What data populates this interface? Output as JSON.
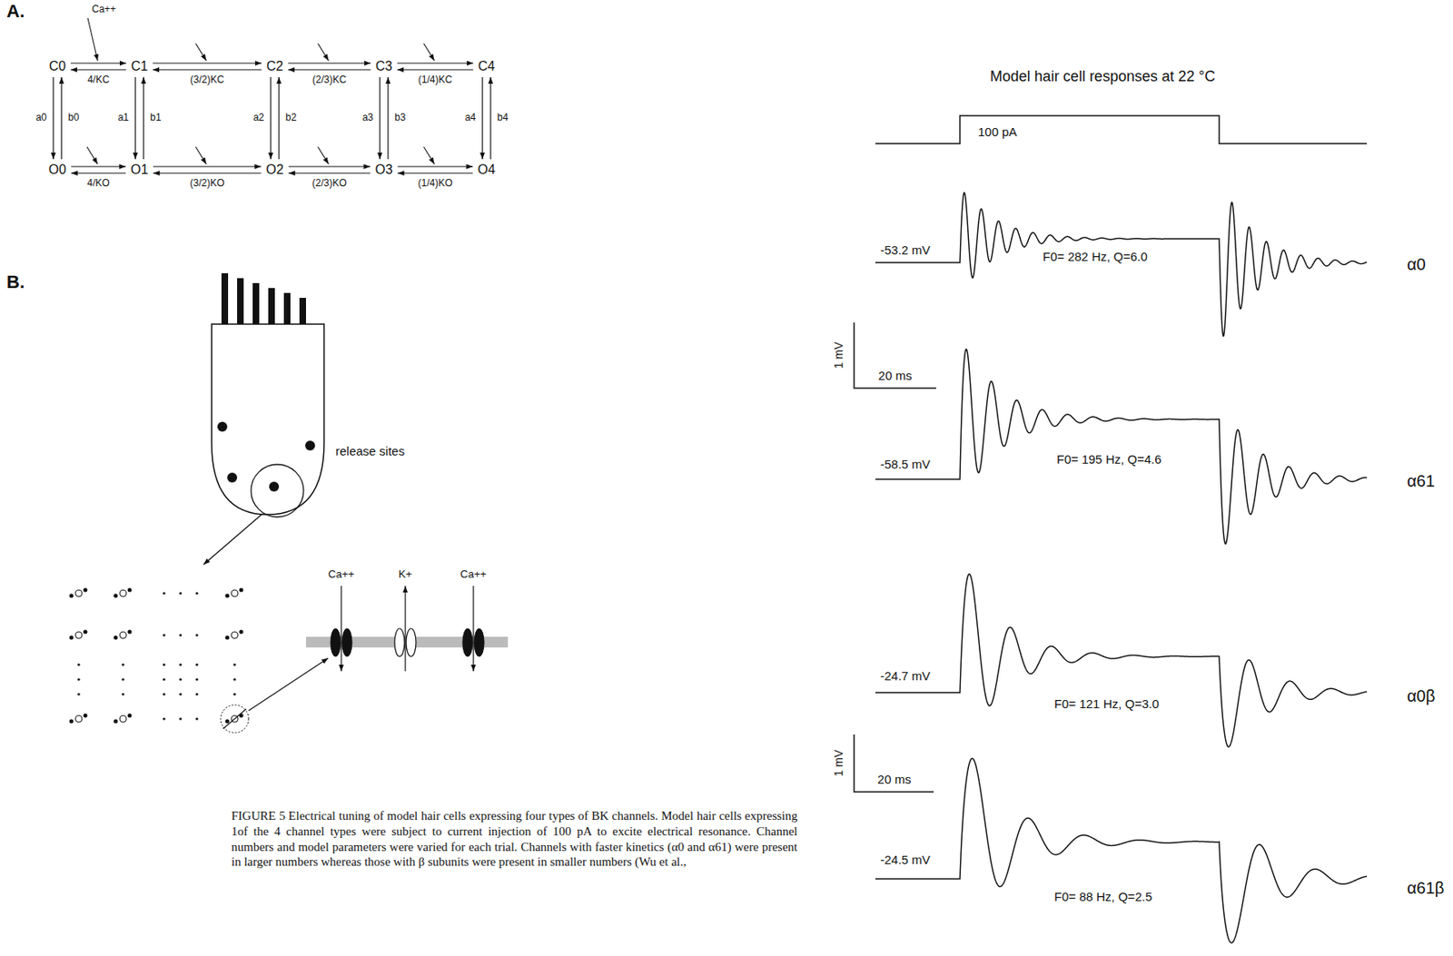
{
  "diagram": {
    "caption": "FIGURE 5 Electrical tuning of model hair cells expressing four types of BK channels. Model hair cells expressing 1of the 4 channel types were subject to current injection of 100 pA to excite electrical resonance. Channel numbers and model parameters were varied for each trial. Channels with faster kinetics (α0 and α61) were present in larger numbers whereas those with β subunits were present in smaller numbers (Wu et al.,",
    "nodes": [
      {
        "text": [
          "C0"
        ]
      },
      {
        "text": [
          "C1"
        ]
      },
      {
        "text": [
          "C2"
        ]
      },
      {
        "text": [
          "C3"
        ]
      },
      {
        "text": [
          "C4"
        ]
      },
      {
        "text": [
          "O0"
        ]
      },
      {
        "text": [
          "O1"
        ]
      },
      {
        "text": [
          "O2"
        ]
      },
      {
        "text": [
          "O3"
        ]
      },
      {
        "text": [
          "O4"
        ]
      }
    ],
    "edges": [
      {
        "from": 0,
        "to": 1,
        "arrow": "to"
      },
      {
        "from": 1,
        "to": 0,
        "arrow": "to",
        "label": "4/KC"
      },
      {
        "from": 1,
        "to": 2,
        "arrow": "to"
      },
      {
        "from": 2,
        "to": 1,
        "arrow": "to",
        "label": "(3/2)KC"
      },
      {
        "from": 2,
        "to": 3,
        "arrow": "to"
      },
      {
        "from": 3,
        "to": 2,
        "arrow": "to",
        "label": "(2/3)KC"
      },
      {
        "from": 3,
        "to": 4,
        "arrow": "to"
      },
      {
        "from": 4,
        "to": 3,
        "arrow": "to",
        "label": "(1/4)KC"
      },
      {
        "from": 5,
        "to": 6,
        "arrow": "to"
      },
      {
        "from": 6,
        "to": 5,
        "arrow": "to",
        "label": "4/KO"
      },
      {
        "from": 6,
        "to": 7,
        "arrow": "to"
      },
      {
        "from": 7,
        "to": 6,
        "arrow": "to",
        "label": "(3/2)KO"
      },
      {
        "from": 7,
        "to": 8,
        "arrow": "to"
      },
      {
        "from": 8,
        "to": 7,
        "arrow": "to",
        "label": "(2/3)KO"
      },
      {
        "from": 8,
        "to": 9,
        "arrow": "to"
      },
      {
        "from": 9,
        "to": 8,
        "arrow": "to",
        "label": "(1/4)KO"
      },
      {
        "from": 0,
        "to": 5,
        "arrow": "to",
        "label": "a0"
      },
      {
        "from": 5,
        "to": 0,
        "arrow": "to",
        "label": "b0"
      },
      {
        "from": 1,
        "to": 6,
        "arrow": "to",
        "label": "a1"
      },
      {
        "from": 6,
        "to": 1,
        "arrow": "to",
        "label": "b1"
      },
      {
        "from": 2,
        "to": 7,
        "arrow": "to",
        "label": "a2"
      },
      {
        "from": 7,
        "to": 2,
        "arrow": "to",
        "label": "b2"
      },
      {
        "from": 3,
        "to": 8,
        "arrow": "to",
        "label": "a3"
      },
      {
        "from": 8,
        "to": 3,
        "arrow": "to",
        "label": "b3"
      },
      {
        "from": 4,
        "to": 9,
        "arrow": "to",
        "label": "a4"
      },
      {
        "from": 9,
        "to": 4,
        "arrow": "to",
        "label": "b4"
      }
    ],
    "labels": [
      "A.",
      "Ca++",
      "B.",
      "release sites",
      "Ca++",
      "K+",
      "Ca++",
      "Model hair cell responses at 22 °C",
      "100 pA",
      "-53.2 mV",
      "F0= 282 Hz, Q=6.0",
      "α0",
      "1 mV",
      "20 ms",
      "-58.5 mV",
      "F0= 195 Hz, Q=4.6",
      "α61",
      "-24.7 mV",
      "F0= 121 Hz, Q=3.0",
      "α0β",
      "1 mV",
      "20 ms",
      "-24.5 mV",
      "F0= 88 Hz, Q=2.5",
      "α61β"
    ]
  }
}
